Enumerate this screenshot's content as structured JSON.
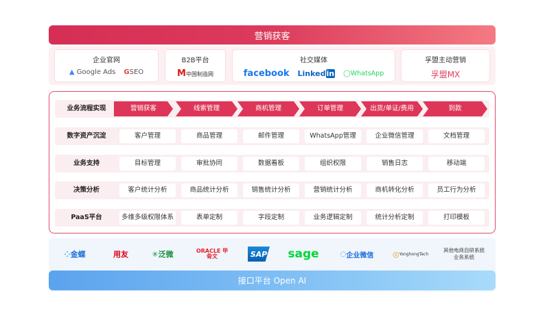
{
  "marketing": {
    "title": "营销获客",
    "cards": [
      {
        "title": "企业官网",
        "logos": [
          "Google Ads",
          "SEO"
        ]
      },
      {
        "title": "B2B平台",
        "logos": [
          "中国制造网"
        ]
      },
      {
        "title": "社交媒体",
        "logos": [
          "facebook",
          "Linked",
          "in",
          "WhatsApp"
        ]
      },
      {
        "title": "孚盟主动营销",
        "logos": [
          "孚盟MX"
        ]
      }
    ]
  },
  "flow": {
    "label": "业务流程实现",
    "steps": [
      "营销获客",
      "线索管理",
      "商机管理",
      "订单管理",
      "出货/单证/费用",
      "到款"
    ]
  },
  "rows": [
    {
      "label": "数字资产沉淀",
      "cells": [
        "客户管理",
        "商品管理",
        "邮件管理",
        "WhatsApp管理",
        "企业微信管理",
        "文档管理"
      ]
    },
    {
      "label": "业务支持",
      "cells": [
        "目标管理",
        "审批协同",
        "数据看板",
        "组织权限",
        "销售日志",
        "移动端"
      ]
    },
    {
      "label": "决策分析",
      "cells": [
        "客户统计分析",
        "商品统计分析",
        "销售统计分析",
        "营销统计分析",
        "商机转化分析",
        "员工行为分析"
      ]
    },
    {
      "label": "PaaS平台",
      "cells": [
        "多维多级权限体系",
        "表单定制",
        "字段定制",
        "业务逻辑定制",
        "统计分析定制",
        "打印模板"
      ]
    }
  ],
  "integrations": {
    "logos": [
      "金蝶",
      "用友",
      "泛微",
      "ORACLE 甲骨文",
      "SAP",
      "sage",
      "企业微信",
      "YonghongTech"
    ],
    "other": "其他电商自研系统\n业务系统"
  },
  "api": {
    "title": "接口平台 Open AI"
  },
  "colors": {
    "brand_red": "#dd3658",
    "api_blue": "#5ba3ee"
  }
}
